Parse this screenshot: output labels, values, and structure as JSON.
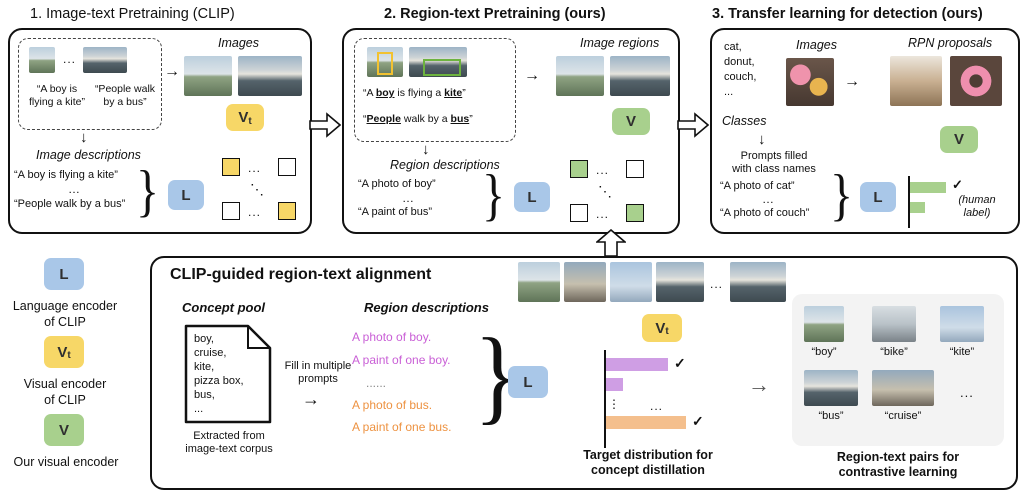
{
  "figure": {
    "panel1_title": "1. Image-text Pretraining (CLIP)",
    "panel2_title": "2. Region-text Pretraining (ours)",
    "panel3_title": "3. Transfer learning for detection (ours)"
  },
  "legend": {
    "l": "L",
    "v": "V",
    "t_sub": "t",
    "l_line1": "Language encoder",
    "l_line2": "of CLIP",
    "vt_line1": "Visual encoder",
    "vt_line2": "of CLIP",
    "v_line1": "Our visual encoder"
  },
  "panel1": {
    "images_label": "Images",
    "mini_dots": "...",
    "cap1_l1": "“A boy is",
    "cap1_l2": "flying a kite”",
    "cap2_l1": "“People walk",
    "cap2_l2": "by a bus”",
    "desc_label": "Image descriptions",
    "desc1": "“A boy is flying a kite”",
    "desc_dots": "…",
    "desc2": "“People walk by a bus”",
    "enc_l": "L",
    "enc_v": "V",
    "enc_v_sub": "t",
    "m_dots_top": "...",
    "m_dots_mid": "⋱",
    "m_dots_bot": "..."
  },
  "panel2": {
    "regions_label": "Image regions",
    "cap1_a": "“A ",
    "cap1_b": "boy",
    "cap1_c": " is flying a ",
    "cap1_d": "kite",
    "cap1_e": "”",
    "cap2_a": "“",
    "cap2_b": "People",
    "cap2_c": " walk by a ",
    "cap2_d": "bus",
    "cap2_e": "”",
    "desc_label": "Region descriptions",
    "desc1": "“A photo of boy”",
    "desc_dots": "…",
    "desc2": "“A paint of bus”",
    "enc_l": "L",
    "enc_v": "V",
    "m_dots_top": "...",
    "m_dots_mid": "⋱",
    "m_dots_bot": "..."
  },
  "panel3": {
    "classes": [
      "cat,",
      "donut,",
      "couch,",
      "..."
    ],
    "classes_label": "Classes",
    "images_label": "Images",
    "rpn_label": "RPN proposals",
    "prompts_l1": "Prompts filled",
    "prompts_l2": "with class names",
    "desc1": "“A photo of cat”",
    "desc_dots": "…",
    "desc2": "“A photo of couch”",
    "enc_l": "L",
    "check": "✓",
    "human_l1": "(human",
    "human_l2": "label)",
    "enc_v": "V"
  },
  "bottom": {
    "title": "CLIP-guided region-text alignment",
    "concept_pool_label": "Concept pool",
    "concepts": [
      "boy,",
      "cruise,",
      "kite,",
      "pizza box,",
      "bus,",
      "..."
    ],
    "extracted_l1": "Extracted from",
    "extracted_l2": "image-text corpus",
    "fill_l1": "Fill in multiple",
    "fill_l2": "prompts",
    "fill_arrow": "→",
    "region_desc_label": "Region descriptions",
    "rd1": "A photo of boy.",
    "rd2": "A paint of one boy.",
    "rd_dots": "......",
    "rd3": "A photo of bus.",
    "rd4": "A paint of one bus.",
    "enc_l": "L",
    "enc_v": "V",
    "enc_v_sub": "t",
    "strip_dots": "...",
    "check1": "✓",
    "check2": "✓",
    "bar_dots_v": "⋮",
    "bar_dots_h": "...",
    "target_l1": "Target distribution for",
    "target_l2": "concept distillation",
    "flow_arrow": "→",
    "pairs_r1": [
      "“boy”",
      "“bike”",
      "“kite”"
    ],
    "pairs_r2": [
      "“bus”",
      "“cruise”"
    ],
    "pairs_dots": "...",
    "pairs_l1": "Region-text pairs for",
    "pairs_l2": "contrastive learning"
  },
  "glyphs": {
    "arrow_right": "→",
    "arrow_down": "↓"
  },
  "colors": {
    "language_encoder": "#a9c7e8",
    "clip_visual_encoder": "#f7d767",
    "our_visual_encoder": "#a8d08d",
    "purple_text": "#c95fd6",
    "orange_text": "#ed9241",
    "purple_bar": "#cf9ee4",
    "orange_bar": "#f4bf8d"
  }
}
